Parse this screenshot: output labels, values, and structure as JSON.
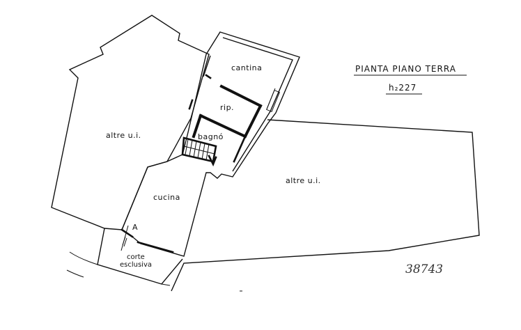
{
  "plan": {
    "title": "PIANTA PIANO TERRA",
    "height_label": "h₂227",
    "reference_number": "38743",
    "section_mark": "A",
    "rooms": {
      "cantina": "cantina",
      "rip": "rip.",
      "bagno": "bagnó",
      "cucina": "cucina",
      "altre_left": "altre u.i.",
      "altre_right": "altre u.i.",
      "corte_line1": "corte",
      "corte_line2": "esclusiva"
    }
  }
}
